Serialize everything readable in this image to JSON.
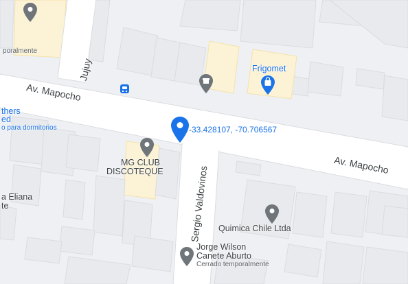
{
  "streets": {
    "av_mapocho_left": "Av. Mapocho",
    "av_mapocho_right": "Av. Mapocho",
    "jujuy": "Jujuy",
    "sergio_valdovinos": "Sergio Valdovinos"
  },
  "pois": {
    "frigomet": "Frigomet",
    "mg_club_line1": "MG CLUB",
    "mg_club_line2": "DISCOTEQUE",
    "quimica_chile": "Quimica Chile Ltda",
    "jorge_wilson_line1": "Jorge Wilson",
    "jorge_wilson_line2": "Canete Aburto",
    "jorge_wilson_status": "Cerrado temporalmente",
    "top_left_partial": "poralmente",
    "left_blue_line1": "thers",
    "left_blue_line2": "ed",
    "left_blue_line3": "o para dormitorios",
    "left_eliana_line1": "a Eliana",
    "left_eliana_line2": "te"
  },
  "dropped_pin": {
    "coordinates": "-33.428107, -70.706567"
  },
  "colors": {
    "road": "#ffffff",
    "block": "#eef0f4",
    "building": "#e8eaed",
    "building_border": "#dadce0",
    "highlight_lot": "#fcf3d6",
    "pin_blue": "#1a73e8",
    "pin_gray": "#70757a",
    "text_blue": "#1a73e8",
    "text_dark": "#3c4043"
  },
  "icons": {
    "pin_top_left": "location-pin-gray-icon",
    "pin_store": "store-pin-gray-icon",
    "pin_frigomet": "shopping-bag-pin-blue-icon",
    "pin_mg_club": "location-pin-gray-icon",
    "pin_quimica": "location-pin-gray-icon",
    "pin_jorge": "location-pin-gray-icon",
    "bus_stop": "bus-stop-icon",
    "dropped_pin": "dropped-pin-blue-icon"
  }
}
